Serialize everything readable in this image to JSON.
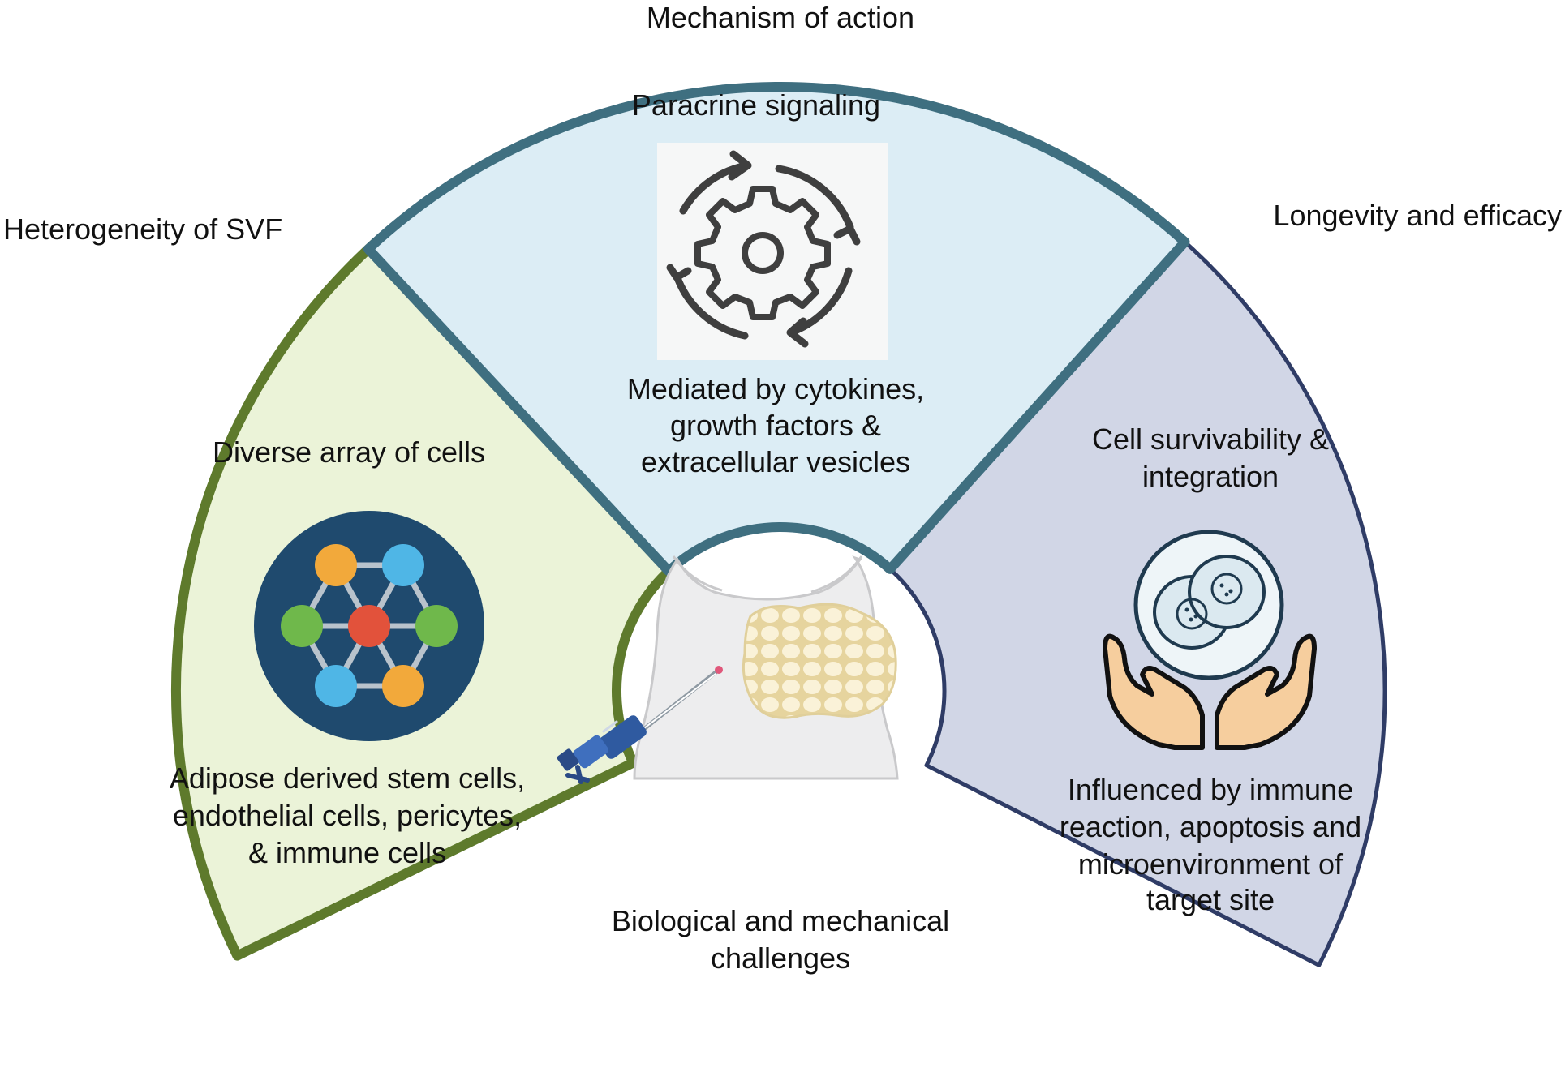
{
  "headings": {
    "top": "Mechanism of action",
    "left": "Heterogeneity of SVF",
    "right": "Longevity and efficacy",
    "bottom_line1": "Biological and mechanical",
    "bottom_line2": "challenges"
  },
  "segments": {
    "left": {
      "title": "Diverse array of cells",
      "desc": [
        "Adipose derived stem cells,",
        "endothelial cells, pericytes,",
        "& immune cells"
      ],
      "icon": "cell-network-icon",
      "fill": "#ebf3d8",
      "stroke": "#5e7a2c"
    },
    "middle": {
      "title": "Paracrine signaling",
      "desc": [
        "Mediated by cytokines,",
        "growth factors &",
        "extracellular vesicles"
      ],
      "icon": "gear-cycle-icon",
      "fill": "#dcedf5",
      "stroke": "#3f6f80"
    },
    "right": {
      "title": [
        "Cell survivability &",
        "integration"
      ],
      "desc": [
        "Influenced by immune",
        "reaction, apoptosis and",
        "microenvironment of",
        "target site"
      ],
      "icon": "hands-holding-cell-icon",
      "fill": "#d1d6e6",
      "stroke": "#2f3c66"
    }
  },
  "center": {
    "icon": "abdomen-injection-icon"
  }
}
